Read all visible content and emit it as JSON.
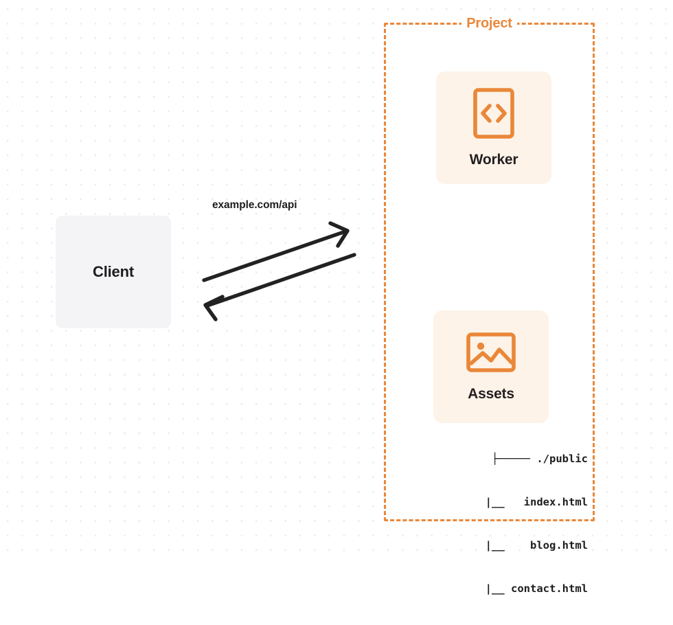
{
  "diagram": {
    "title": "Project architecture diagram",
    "background": {
      "style": "dot-grid",
      "dot_color": "#e9e9ea",
      "page_color": "#ffffff"
    },
    "colors": {
      "accent_orange": "#ea8739",
      "card_cream": "#fdf3e8",
      "client_gray": "#f4f4f6",
      "text_dark": "#1d1d1f",
      "arrow_dark": "#222222"
    }
  },
  "client": {
    "label": "Client",
    "icon": "none"
  },
  "connector": {
    "label": "example.com/api",
    "request_arrow": {
      "name": "request-arrow",
      "direction": "right"
    },
    "response_arrow": {
      "name": "response-arrow",
      "direction": "left"
    }
  },
  "project": {
    "title": "Project",
    "border_style": "dashed",
    "cards": [
      {
        "label": "Worker",
        "icon": "code-brackets-icon"
      },
      {
        "label": "Assets",
        "icon": "image-icon"
      }
    ]
  },
  "file_tree": {
    "rows": [
      {
        "prefix": "├────",
        "name": "./public"
      },
      {
        "prefix": "|__",
        "name": "index.html"
      },
      {
        "prefix": "|__",
        "name": "blog.html"
      },
      {
        "prefix": "|__",
        "name": "contact.html"
      }
    ],
    "lines": [
      "├───── ./public",
      "    |__   index.html",
      "    |__    blog.html",
      "    |__ contact.html"
    ]
  }
}
